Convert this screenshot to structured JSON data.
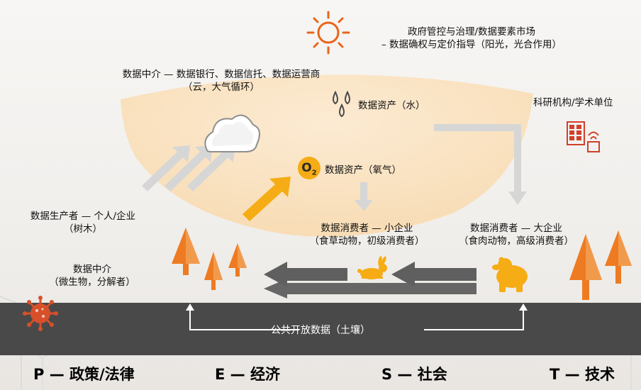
{
  "government": {
    "line1": "政府管控与治理/数据要素市场",
    "line2": "– 数据确权与定价指导（阳光，光合作用）"
  },
  "intermediary_cloud": {
    "line1": "数据中介 — 数据银行、数据信托、数据运营商",
    "line2": "（云，大气循环）"
  },
  "asset_water": "数据资产（水）",
  "research": "科研机构/学术单位",
  "oxygen": {
    "symbol": "O",
    "subscript": "2",
    "label": "数据资产（氧气）"
  },
  "producer": {
    "line1": "数据生产者 — 个人/企业",
    "line2": "（树木）"
  },
  "consumer_small": {
    "line1": "数据消费者 — 小企业",
    "line2": "（食草动物，初级消费者）"
  },
  "consumer_large": {
    "line1": "数据消费者 — 大企业",
    "line2": "（食肉动物，高级消费者）"
  },
  "intermediary_micro": {
    "line1": "数据中介",
    "line2": "（微生物，分解者）"
  },
  "soil_label": "公共开放数据（土壤）",
  "pest": {
    "p": "P — 政策/法律",
    "e": "E — 经济",
    "s": "S — 社会",
    "t": "T — 技术"
  },
  "colors": {
    "orange": "#ee7b22",
    "sun": "#e8651c",
    "gold": "#f6ac14",
    "soil": "#4a4949",
    "arrow_gray": "#5f5f5f",
    "light_arrow": "#d6d6d6",
    "sky_arc": "#fbe3c1",
    "research_red": "#d0402a"
  },
  "icons": [
    "sun-icon",
    "cloud-icon",
    "water-drops-icon",
    "building-icon",
    "oxygen-icon",
    "tree-icon",
    "rabbit-icon",
    "bear-icon",
    "virus-icon"
  ]
}
